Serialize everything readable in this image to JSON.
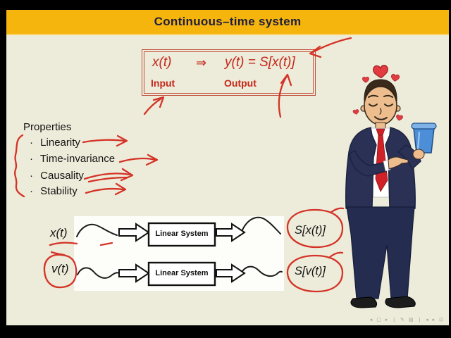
{
  "header": {
    "title": "Continuous–time system"
  },
  "formula_box": {
    "input_expr": "x(t)",
    "implies": "⇒",
    "output_expr": "y(t) = S[x(t)]",
    "input_label": "Input",
    "output_label": "Output"
  },
  "properties": {
    "heading": "Properties",
    "bullet": "·",
    "items": [
      {
        "label": "Linearity"
      },
      {
        "label": "Time-invariance"
      },
      {
        "label": "Causality"
      },
      {
        "label": "Stability"
      }
    ]
  },
  "diagram": {
    "rows": [
      {
        "input_label": "x(t)",
        "block_label": "Linear System",
        "output_label": "S[x(t)]"
      },
      {
        "input_label": "v(t)",
        "block_label": "Linear System",
        "output_label": "S[v(t)]"
      }
    ]
  },
  "character": {
    "name": "happy-man-in-suit-holding-blue-cup-with-hearts"
  },
  "presenter_toolbar": {
    "glyphs": "◂ ▢ ▸ ❘ ✎ ▤ ❘ ◂ ▸ ⊡"
  },
  "colors": {
    "header_gold": "#f5b50d",
    "slide_bg": "#edebd9",
    "title_navy": "#1e1d3d",
    "annotation_red": "#d32a1e",
    "formula_red": "#c5271a",
    "text_black": "#141414",
    "panel_white": "#fdfdfa",
    "suit_navy": "#2a3154",
    "tie_red": "#cf2127",
    "cup_blue": "#4d8ed8"
  }
}
